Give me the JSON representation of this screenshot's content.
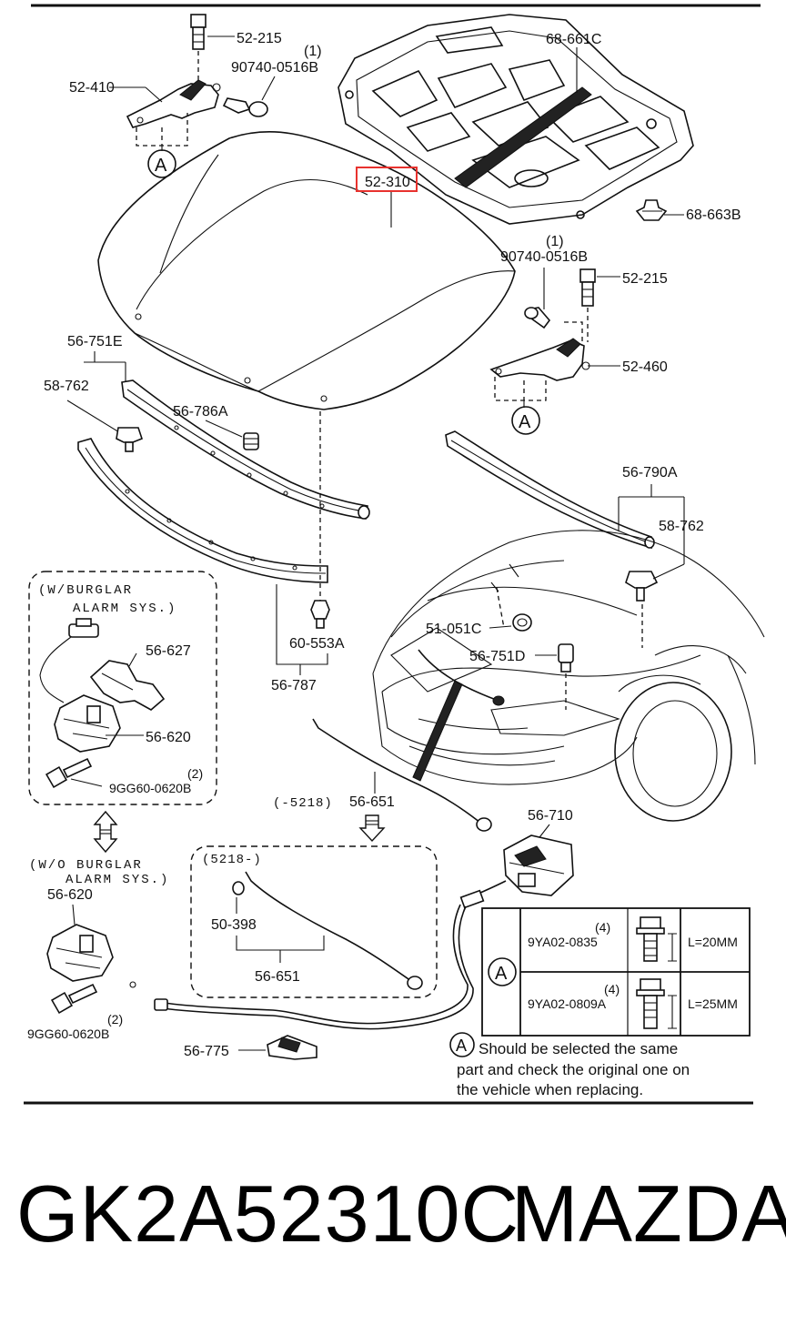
{
  "footer": {
    "part_number": "GK2A52310C",
    "brand": "MAZDA"
  },
  "highlight_color": "#e8322e",
  "labels": {
    "hood": "52-310",
    "insulator": "68-661C",
    "insulator_clip": "68-663B",
    "bolt_left": "52-215",
    "bolt_right": "52-215",
    "hinge_left": "52-410",
    "hinge_right": "52-460",
    "screw_left": "90740-0516B",
    "screw_left_qty": "(1)",
    "screw_right": "90740-0516B",
    "screw_right_qty": "(1)",
    "ref_a": "A",
    "seal_group_left": "56-751E",
    "seal_clip_left": "58-762",
    "seal_clip_right": "58-762",
    "bumper_stop": "56-786A",
    "seal_right": "56-790A",
    "seal_front_group": "56-787",
    "clip_60": "60-553A",
    "cushion_51": "51-051C",
    "stop_56_751d": "56-751D",
    "burglar_title_1": "(W/BURGLAR",
    "burglar_title_2": "ALARM SYS.)",
    "switch_bracket": "56-627",
    "lock_with_alarm": "56-620",
    "lock_bolt_with_alarm": "9GG60-0620B",
    "lock_bolt_with_alarm_qty": "(2)",
    "no_burglar_title_1": "(W/O BURGLAR",
    "no_burglar_title_2": "ALARM SYS.)",
    "lock_no_alarm": "56-620",
    "lock_bolt_no_alarm": "9GG60-0620B",
    "lock_bolt_no_alarm_qty": "(2)",
    "rod_range_prefix": "(-5218)",
    "rod_top": "56-651",
    "rod_range_suffix": "(5218-)",
    "rod_clip": "50-398",
    "rod_bottom": "56-651",
    "release_lever": "56-710",
    "cable_clip": "56-775"
  },
  "bolt_table": {
    "ref": "A",
    "rows": [
      {
        "qty": "(4)",
        "code": "9YA02-0835",
        "length": "L=20MM"
      },
      {
        "qty": "(4)",
        "code": "9YA02-0809A",
        "length": "L=25MM"
      }
    ]
  },
  "note": {
    "ref": "A",
    "line1": "Should be selected the same",
    "line2": "part and check the original one on",
    "line3": "the vehicle when replacing."
  }
}
